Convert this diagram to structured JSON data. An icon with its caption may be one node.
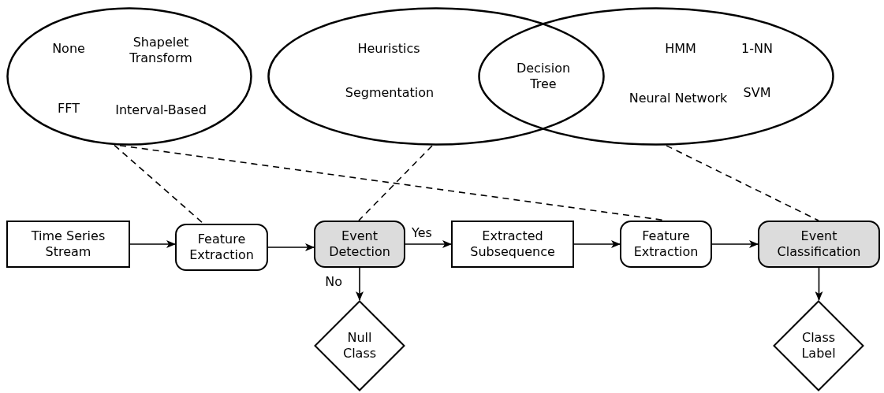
{
  "diagram": {
    "nodes": [
      {
        "text": [
          "None",
          "Shapelet Transform",
          "FFT",
          "Interval-Based"
        ]
      },
      {
        "text": [
          "Heuristics",
          "Segmentation"
        ]
      },
      {
        "text": [
          "HMM",
          "1-NN",
          "Neural Network",
          "SVM"
        ]
      },
      {
        "text": [
          "Time Series Stream"
        ]
      },
      {
        "text": [
          "Feature Extraction"
        ]
      },
      {
        "text": [
          "Event Detection"
        ]
      },
      {
        "text": [
          "Extracted Subsequence"
        ]
      },
      {
        "text": [
          "Feature Extraction"
        ]
      },
      {
        "text": [
          "Event Classification"
        ]
      },
      {
        "text": [
          "Null Class"
        ]
      },
      {
        "text": [
          "Class Label"
        ]
      }
    ],
    "edges": [
      {
        "from": 3,
        "to": 4,
        "arrow": "to"
      },
      {
        "from": 4,
        "to": 5,
        "arrow": "to"
      },
      {
        "from": 5,
        "to": 6,
        "arrow": "to",
        "label": "Yes"
      },
      {
        "from": 6,
        "to": 7,
        "arrow": "to"
      },
      {
        "from": 7,
        "to": 8,
        "arrow": "to"
      },
      {
        "from": 5,
        "to": 9,
        "arrow": "to",
        "label": "No"
      },
      {
        "from": 8,
        "to": 10,
        "arrow": "to"
      },
      {
        "from": 0,
        "to": 4,
        "arrow": "none",
        "style": "dashed"
      },
      {
        "from": 0,
        "to": 7,
        "arrow": "none",
        "style": "dashed"
      },
      {
        "from": 1,
        "to": 5,
        "arrow": "none",
        "style": "dashed"
      },
      {
        "from": 2,
        "to": 8,
        "arrow": "none",
        "style": "dashed"
      }
    ],
    "labels": [
      "Decision Tree"
    ]
  }
}
